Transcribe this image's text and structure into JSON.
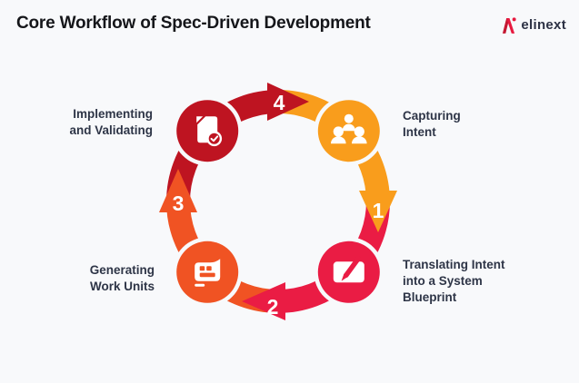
{
  "header": {
    "title": "Core Workflow of Spec-Driven Development",
    "brand": {
      "name": "elinext",
      "logo_icon": "elinext-n-icon",
      "logo_color_primary": "#E7193F",
      "logo_color_dark": "#C41731"
    }
  },
  "colors": {
    "background": "#F8F9FB",
    "title_text": "#15161A",
    "label_text": "#2E3547",
    "step_number_text": "#FFFFFF",
    "orange": "#F99D1C",
    "crimson": "#EA1C44",
    "vermillion": "#F05323",
    "dark_red": "#BE1421"
  },
  "diagram": {
    "type": "circular-cycle",
    "direction": "clockwise",
    "steps": [
      {
        "number": "1",
        "label": "Capturing Intent",
        "label_lines": [
          "Capturing",
          "Intent"
        ],
        "color": "#F99D1C",
        "icon": "team-icon",
        "position": "top-right"
      },
      {
        "number": "2",
        "label": "Translating Intent into a System Blueprint",
        "label_lines": [
          "Translating Intent",
          "into a System",
          "Blueprint"
        ],
        "color": "#EA1C44",
        "icon": "edit-pen-icon",
        "position": "bottom-right"
      },
      {
        "number": "3",
        "label": "Generating Work Units",
        "label_lines": [
          "Generating",
          "Work Units"
        ],
        "color": "#F05323",
        "icon": "flag-tasks-icon",
        "position": "bottom-left"
      },
      {
        "number": "4",
        "label": "Implementing and Validating",
        "label_lines": [
          "Implementing",
          "and Validating"
        ],
        "color": "#BE1421",
        "icon": "document-check-icon",
        "position": "top-left"
      }
    ]
  }
}
